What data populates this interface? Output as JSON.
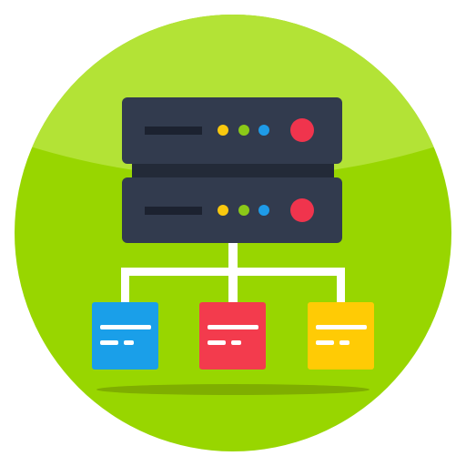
{
  "icon": {
    "name": "server-network-icon",
    "colors": {
      "circle_dark": "#98D600",
      "circle_light": "#B3E336",
      "server_body": "#323B4E",
      "server_gap": "#232A38",
      "slot": "#1C2230",
      "led_yellow": "#F9C80E",
      "led_green": "#8BC918",
      "led_blue": "#1E9BE8",
      "power_red": "#F0344D",
      "connector": "#FFFFFF",
      "node_blue": "#1A9FE9",
      "node_red": "#F33B4D",
      "node_yellow": "#FFCB05",
      "node_lines": "#FFFFFF",
      "shadow": "#7FAE00"
    },
    "child_nodes": [
      "blue",
      "red",
      "yellow"
    ]
  }
}
